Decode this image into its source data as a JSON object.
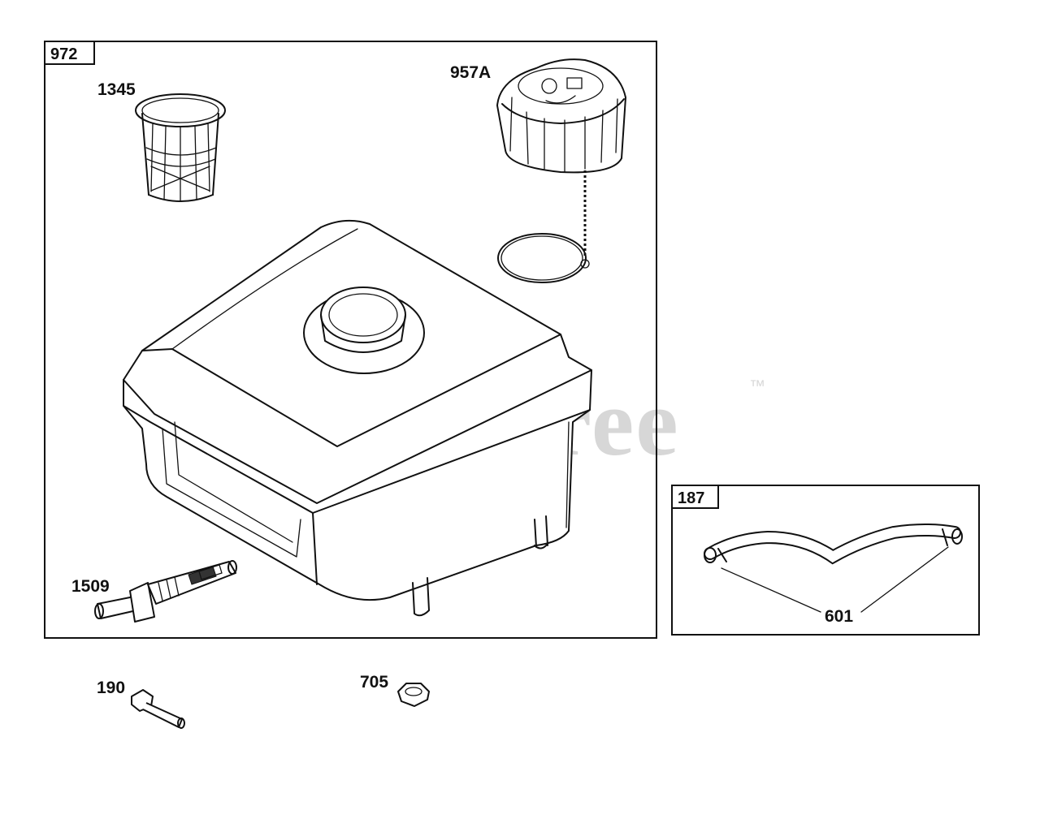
{
  "watermark": {
    "text": "PartsTree",
    "trademark": "™"
  },
  "frames": [
    {
      "tag": "972"
    },
    {
      "tag": "187"
    }
  ],
  "callouts": {
    "p1345": "1345",
    "p957a": "957A",
    "p1509": "1509",
    "p601": "601",
    "p190": "190",
    "p705": "705"
  }
}
